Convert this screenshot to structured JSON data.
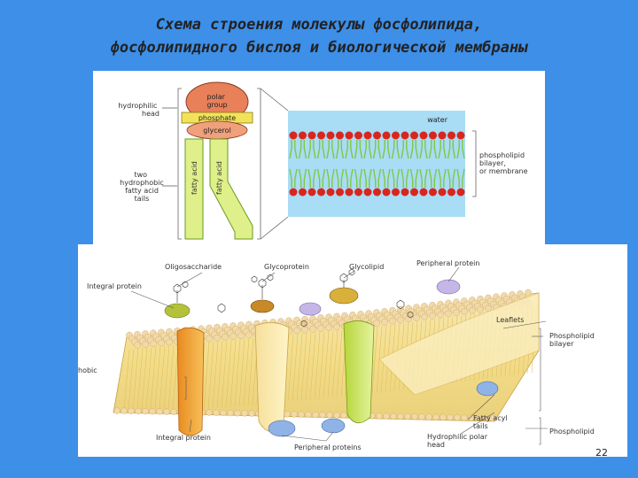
{
  "title": {
    "line1": "Схема строения молекулы фосфолипида,",
    "line2": "фосфолипидного бислоя и биологической мембраны"
  },
  "top_diagram": {
    "hydrophilic_head": "hydrophilic\nhead",
    "polar_group": "polar\ngroup",
    "phosphate": "phosphate",
    "glycerol": "glycerol",
    "tails_label": "two\nhydrophobic\nfatty acid\ntails",
    "fatty_acid": "fatty acid",
    "water": "water",
    "bilayer_label": "phospholipid\nbilayer,\nor membrane"
  },
  "bottom_diagram": {
    "oligosaccharide": "Oligosaccharide",
    "glycoprotein": "Glycoprotein",
    "glycolipid": "Glycolipid",
    "peripheral_protein": "Peripheral protein",
    "integral_protein_top": "Integral protein",
    "leaflets": "Leaflets",
    "phospholipid_bilayer": "Phospholipid\nbilayer",
    "hobic": "hobic",
    "fatty_acyl_tails": "Fatty acyl\ntails",
    "phospholipid": "Phospholipid",
    "integral_protein_bottom": "Integral protein",
    "peripheral_proteins": "Peripheral proteins",
    "hydrophilic_polar_head": "Hydrophilic polar\nhead"
  },
  "page_number": "22",
  "colors": {
    "background": "#3d8fe8",
    "polar_group": "#e8805a",
    "phosphate": "#f2e25a",
    "glycerol": "#f0a07a",
    "tails": "#dff08a",
    "water": "#a9dcf5",
    "head_dot": "#d8261e",
    "tail_line": "#7fc843"
  }
}
